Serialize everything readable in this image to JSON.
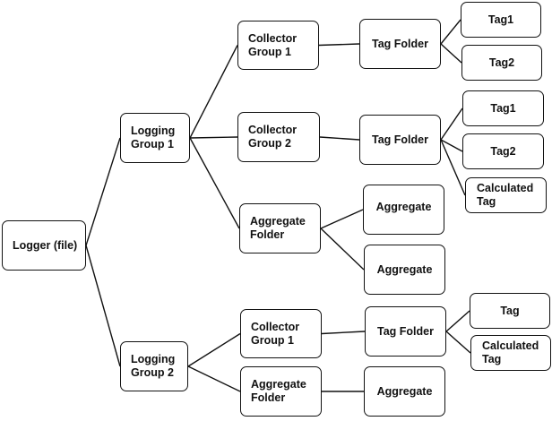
{
  "diagram": {
    "type": "tree",
    "nodes": [
      {
        "id": "logger",
        "label": "Logger (file)"
      },
      {
        "id": "lg1",
        "label": "Logging\nGroup 1"
      },
      {
        "id": "lg2",
        "label": "Logging\nGroup 2"
      },
      {
        "id": "lg1_cg1",
        "label": "Collector\nGroup 1"
      },
      {
        "id": "lg1_cg1_tf",
        "label": "Tag Folder"
      },
      {
        "id": "lg1_cg1_tf_tag1",
        "label": "Tag1"
      },
      {
        "id": "lg1_cg1_tf_tag2",
        "label": "Tag2"
      },
      {
        "id": "lg1_cg2",
        "label": "Collector\nGroup 2"
      },
      {
        "id": "lg1_cg2_tf",
        "label": "Tag Folder"
      },
      {
        "id": "lg1_cg2_tf_tag1",
        "label": "Tag1"
      },
      {
        "id": "lg1_cg2_tf_tag2",
        "label": "Tag2"
      },
      {
        "id": "lg1_cg2_tf_calc",
        "label": "Calculated\nTag"
      },
      {
        "id": "lg1_af",
        "label": "Aggregate\nFolder"
      },
      {
        "id": "lg1_af_agg1",
        "label": "Aggregate"
      },
      {
        "id": "lg1_af_agg2",
        "label": "Aggregate"
      },
      {
        "id": "lg2_cg1",
        "label": "Collector\nGroup 1"
      },
      {
        "id": "lg2_cg1_tf",
        "label": "Tag Folder"
      },
      {
        "id": "lg2_cg1_tf_tag",
        "label": "Tag"
      },
      {
        "id": "lg2_cg1_tf_calc",
        "label": "Calculated\nTag"
      },
      {
        "id": "lg2_af",
        "label": "Aggregate\nFolder"
      },
      {
        "id": "lg2_af_agg",
        "label": "Aggregate"
      }
    ],
    "edges": [
      [
        "logger",
        "lg1"
      ],
      [
        "logger",
        "lg2"
      ],
      [
        "lg1",
        "lg1_cg1"
      ],
      [
        "lg1",
        "lg1_cg2"
      ],
      [
        "lg1",
        "lg1_af"
      ],
      [
        "lg1_cg1",
        "lg1_cg1_tf"
      ],
      [
        "lg1_cg1_tf",
        "lg1_cg1_tf_tag1"
      ],
      [
        "lg1_cg1_tf",
        "lg1_cg1_tf_tag2"
      ],
      [
        "lg1_cg2",
        "lg1_cg2_tf"
      ],
      [
        "lg1_cg2_tf",
        "lg1_cg2_tf_tag1"
      ],
      [
        "lg1_cg2_tf",
        "lg1_cg2_tf_tag2"
      ],
      [
        "lg1_cg2_tf",
        "lg1_cg2_tf_calc"
      ],
      [
        "lg1_af",
        "lg1_af_agg1"
      ],
      [
        "lg1_af",
        "lg1_af_agg2"
      ],
      [
        "lg2",
        "lg2_cg1"
      ],
      [
        "lg2",
        "lg2_af"
      ],
      [
        "lg2_cg1",
        "lg2_cg1_tf"
      ],
      [
        "lg2_cg1_tf",
        "lg2_cg1_tf_tag"
      ],
      [
        "lg2_cg1_tf",
        "lg2_cg1_tf_calc"
      ],
      [
        "lg2_af",
        "lg2_af_agg"
      ]
    ]
  },
  "colors": {
    "line": "#111111",
    "box_border": "#111111",
    "background": "#ffffff"
  }
}
